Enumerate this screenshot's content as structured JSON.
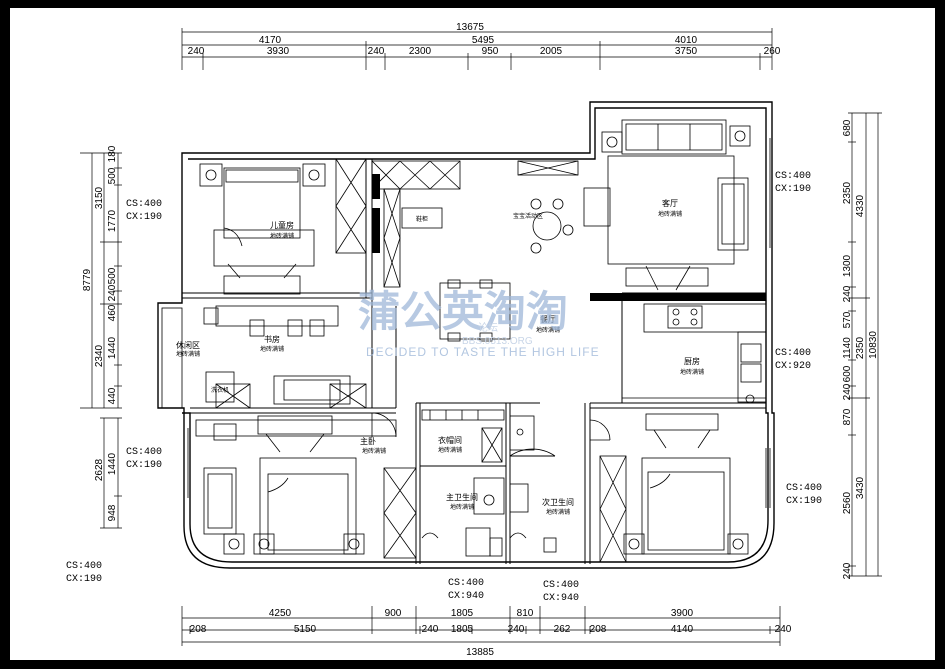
{
  "dimensions": {
    "top": {
      "total": "13675",
      "level1": [
        "4170",
        "5495",
        "4010"
      ],
      "level2": [
        "240",
        "3930",
        "240",
        "2300",
        "950",
        "2005",
        "3750",
        "260"
      ]
    },
    "bottom": {
      "total": "13885",
      "level1": [
        "4250",
        "900",
        "1805",
        "810",
        "3900"
      ],
      "level2": [
        "208",
        "5150",
        "240",
        "1805",
        "240",
        "262",
        "208",
        "4140",
        "240"
      ]
    },
    "left": {
      "total": "8779",
      "level1": [
        "3150",
        "2340",
        "2628"
      ],
      "level2": [
        "180",
        "500",
        "1770",
        "500",
        "240",
        "460",
        "1440",
        "440",
        "1440",
        "948"
      ]
    },
    "right": {
      "total": "10830",
      "level1": [
        "4330",
        "2350",
        "3430"
      ],
      "level2": [
        "680",
        "2350",
        "1300",
        "240",
        "570",
        "1140",
        "600",
        "240",
        "870",
        "2560",
        "240"
      ]
    }
  },
  "rooms": {
    "child_room": {
      "name": "儿童房",
      "floor": "地砖满铺"
    },
    "living_room": {
      "name": "客厅",
      "floor": "地砖满铺"
    },
    "study": {
      "name": "书房",
      "floor": "地砖满铺"
    },
    "leisure_area": {
      "name": "休闲区",
      "floor": "地砖满铺"
    },
    "dining": {
      "name": "餐厅",
      "floor": "地砖满铺"
    },
    "kitchen": {
      "name": "厨房",
      "floor": "地砖满铺"
    },
    "master_bedroom": {
      "name": "主卧",
      "floor": "地砖满铺"
    },
    "closet": {
      "name": "衣帽间",
      "floor": "地砖满铺"
    },
    "master_bath": {
      "name": "主卫生间",
      "floor": "地砖满铺"
    },
    "second_bath": {
      "name": "次卫生间",
      "floor": "地砖满铺"
    },
    "shoe_cabinet": "鞋柜",
    "dining_area_label": "宝宝活动区",
    "washer": "洗衣机"
  },
  "window_specs": {
    "child_window": [
      "CS:400",
      "CX:190"
    ],
    "living_window": [
      "CS:400",
      "CX:190"
    ],
    "kitchen_window": [
      "CS:400",
      "CX:920"
    ],
    "master_window": [
      "CS:400",
      "CX:190"
    ],
    "second_bedroom_window": [
      "CS:400",
      "CX:190"
    ],
    "bottom_left": [
      "CS:400",
      "CX:190"
    ],
    "master_bath_window": [
      "CS:400",
      "CX:940"
    ],
    "second_bath_window": [
      "CS:400",
      "CX:940"
    ]
  },
  "watermark": {
    "logo": "蒲公英淘淘",
    "forum": "论坛",
    "slogan": "DECIDED TO TASTE THE HIGH LIFE",
    "url": "BBS.0513.ORG"
  },
  "colors": {
    "line": "#000000",
    "watermark": "#9fb8d9"
  }
}
